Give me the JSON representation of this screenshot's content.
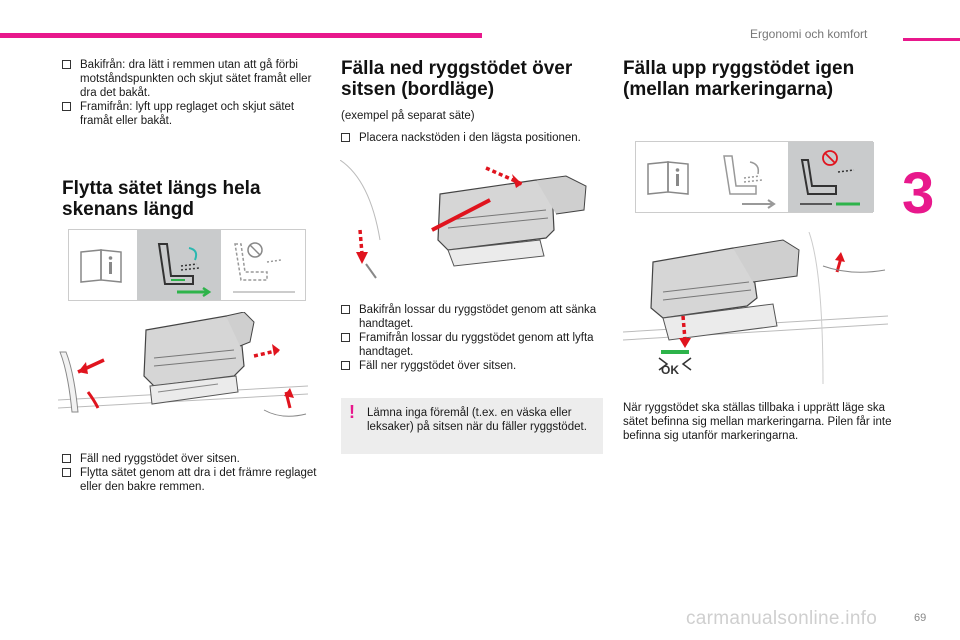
{
  "header": {
    "section": "Ergonomi och komfort",
    "chapter": "3"
  },
  "col1": {
    "top_bullets": [
      "Bakifrån: dra lätt i remmen utan att gå förbi motståndspunkten och skjut sätet framåt eller dra det bakåt.",
      "Framifrån: lyft upp reglaget och skjut sätet framåt eller bakåt."
    ],
    "heading": "Flytta sätet längs hela skenans längd",
    "bottom_bullets": [
      "Fäll ned ryggstödet över sitsen.",
      "Flytta sätet genom att dra i det främre reglaget eller den bakre remmen."
    ]
  },
  "col2": {
    "heading": "Fälla ned ryggstödet över sitsen (bordläge)",
    "subtitle": "(exempel på separat säte)",
    "bullet_top": "Placera nackstöden i den lägsta positionen.",
    "bullets": [
      "Bakifrån lossar du ryggstödet genom att sänka handtaget.",
      "Framifrån lossar du ryggstödet genom att lyfta handtaget.",
      "Fäll ner ryggstödet över sitsen."
    ],
    "note": "Lämna inga föremål (t.ex. en väska eller leksaker) på sitsen när du fäller ryggstödet."
  },
  "col3": {
    "heading": "Fälla upp ryggstödet igen (mellan markeringarna)",
    "ok_label": "OK",
    "paragraph": "När ryggstödet ska ställas tillbaka i upprätt läge ska sätet befinna sig mellan markeringarna. Pilen får inte befinna sig utanför markeringarna."
  },
  "footer": {
    "page": "69",
    "watermark": "carmanualsonline.info"
  },
  "colors": {
    "accent": "#e8188c",
    "arrow_red": "#e0141e",
    "green": "#2db34a",
    "icon_bg": "#c9cbcc"
  }
}
